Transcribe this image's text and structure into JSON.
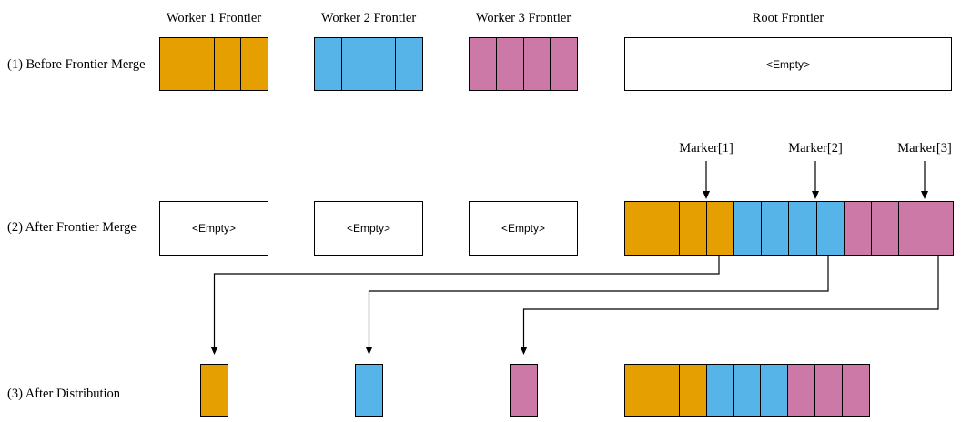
{
  "palette": {
    "orange": "#E69F00",
    "blue": "#56B4E9",
    "pink": "#CC79A7",
    "line": "#000000",
    "background": "#FFFFFF"
  },
  "titles": {
    "worker1": "Worker 1 Frontier",
    "worker2": "Worker 2 Frontier",
    "worker3": "Worker 3 Frontier",
    "root": "Root Frontier"
  },
  "row1": {
    "label": "(1) Before Frontier Merge",
    "worker1_cells": [
      "orange",
      "orange",
      "orange",
      "orange"
    ],
    "worker2_cells": [
      "blue",
      "blue",
      "blue",
      "blue"
    ],
    "worker3_cells": [
      "pink",
      "pink",
      "pink",
      "pink"
    ],
    "root_value": "<Empty>"
  },
  "row2": {
    "label": "(2) After Frontier Merge",
    "worker1_value": "<Empty>",
    "worker2_value": "<Empty>",
    "worker3_value": "<Empty>",
    "markers": [
      {
        "label": "Marker[1]"
      },
      {
        "label": "Marker[2]"
      },
      {
        "label": "Marker[3]"
      }
    ],
    "root_cells": [
      "orange",
      "orange",
      "orange",
      "orange",
      "blue",
      "blue",
      "blue",
      "blue",
      "pink",
      "pink",
      "pink",
      "pink"
    ]
  },
  "row3": {
    "label": "(3) After Distribution",
    "worker1_cells": [
      "orange"
    ],
    "worker2_cells": [
      "blue"
    ],
    "worker3_cells": [
      "pink"
    ],
    "root_cells": [
      "orange",
      "orange",
      "orange",
      "blue",
      "blue",
      "blue",
      "pink",
      "pink",
      "pink"
    ]
  }
}
